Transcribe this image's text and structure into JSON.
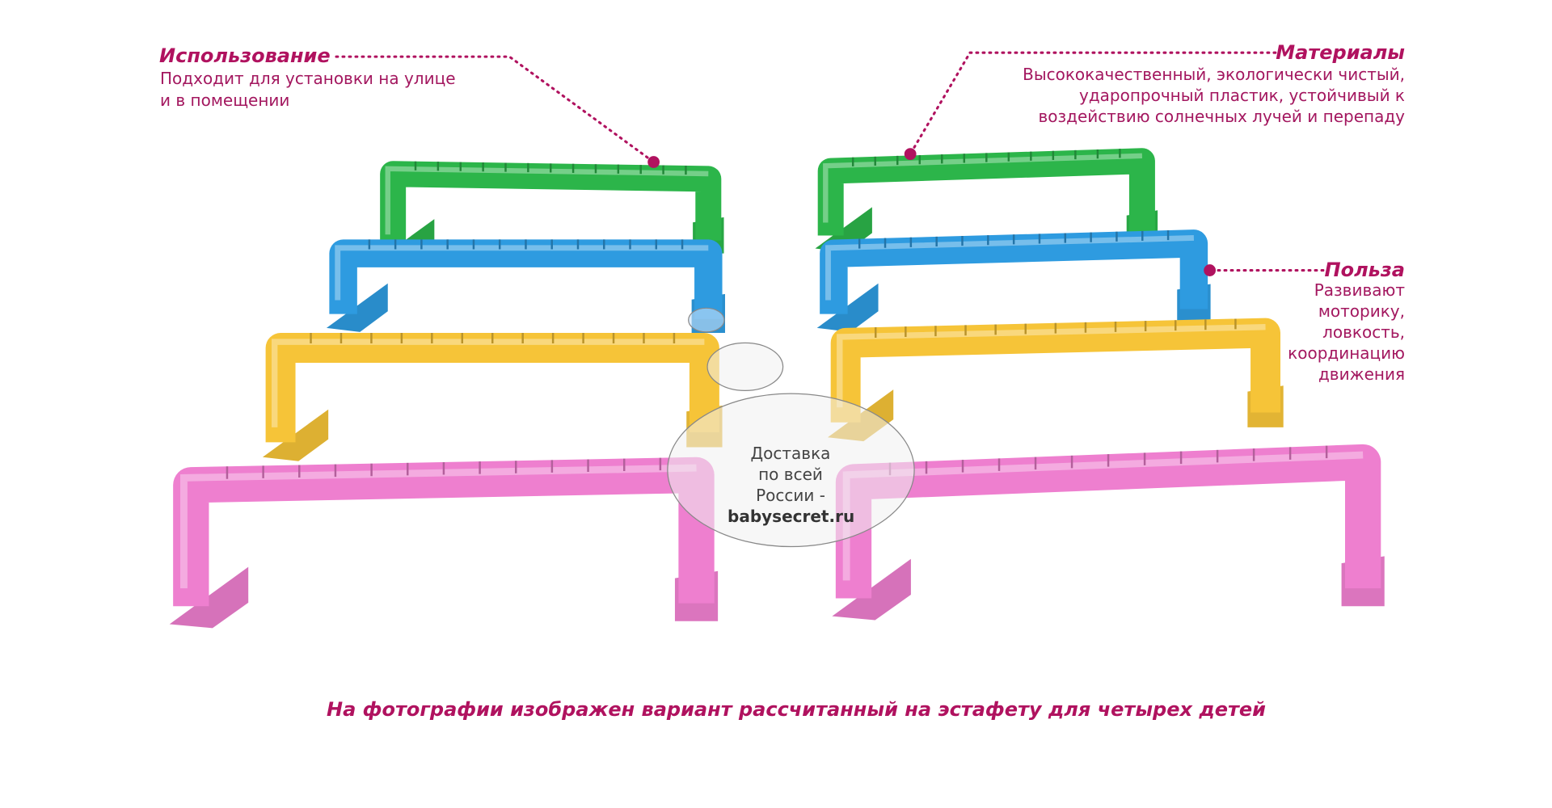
{
  "callouts": {
    "usage": {
      "title": "Использование",
      "lines": [
        "Подходит для установки на улице",
        "и в помещении"
      ]
    },
    "materials": {
      "title": "Материалы",
      "lines": [
        "Высококачественный, экологически чистый,",
        "ударопрочный пластик, устойчивый к",
        "воздействию солнечных лучей и перепаду"
      ]
    },
    "benefit": {
      "title": "Польза",
      "lines": [
        "Развивают",
        "моторику,",
        "ловкость,",
        "координацию",
        "движения"
      ]
    }
  },
  "watermark": {
    "line1": "Доставка",
    "line2": "по всей России -",
    "site": "babysecret.ru"
  },
  "caption": "На фотографии изображен вариант рассчитанный на эстафету для четырех детей",
  "colors": {
    "accent": "#b0125f",
    "green": "#2cb54a",
    "blue": "#2e9be0",
    "yellow": "#f6c438",
    "pink": "#ee7fcf"
  }
}
